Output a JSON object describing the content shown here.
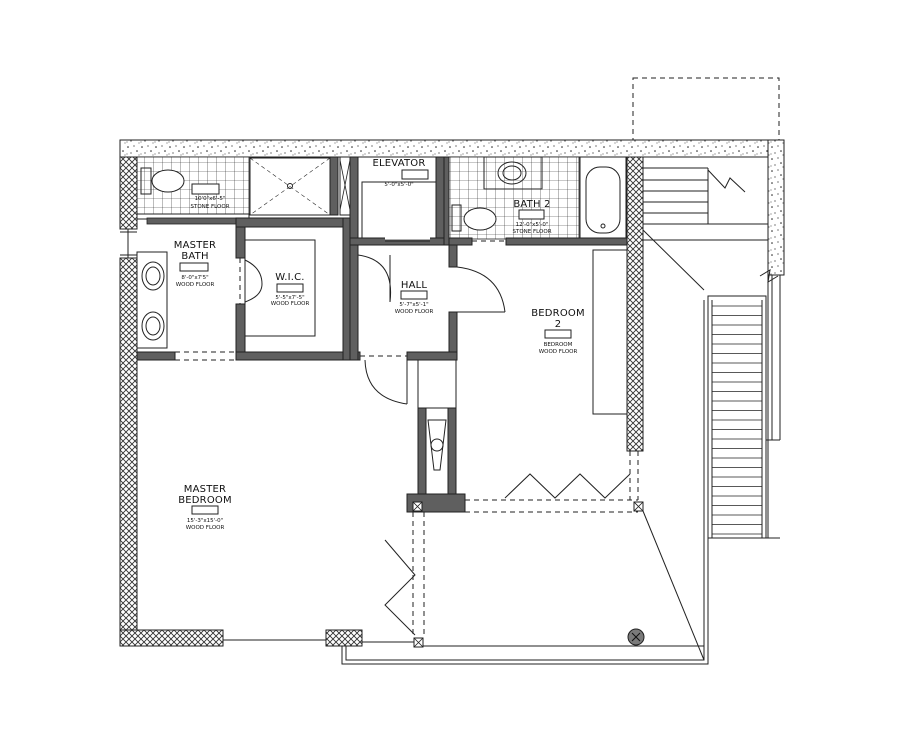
{
  "rooms": {
    "master_bath": {
      "line1": "MASTER",
      "line2": "BATH",
      "dim": "8'-0\"x7'5\"",
      "floor": "WOOD FLOOR"
    },
    "bath1_strip": {
      "dim": "10'0\"x6'-5\"",
      "floor": "STONE FLOOR"
    },
    "elevator": {
      "name": "ELEVATOR",
      "dim": "5'-0\"x5'-0\""
    },
    "bath2": {
      "name": "BATH 2",
      "dim": "12'-0\"x5'-0\"",
      "floor": "STONE FLOOR"
    },
    "wic": {
      "name": "W.I.C.",
      "dim": "5'-5\"x7'-5\"",
      "floor": "WOOD FLOOR"
    },
    "hall": {
      "name": "HALL",
      "dim": "5'-7\"x5'-1\"",
      "floor": "WOOD FLOOR"
    },
    "bedroom2": {
      "line1": "BEDROOM",
      "line2": "2",
      "dim": "BEDROOM",
      "floor": "WOOD FLOOR"
    },
    "master_bedroom": {
      "line1": "MASTER",
      "line2": "BEDROOM",
      "dim": "15'-3\"x15'-0\"",
      "floor": "WOOD FLOOR"
    }
  }
}
